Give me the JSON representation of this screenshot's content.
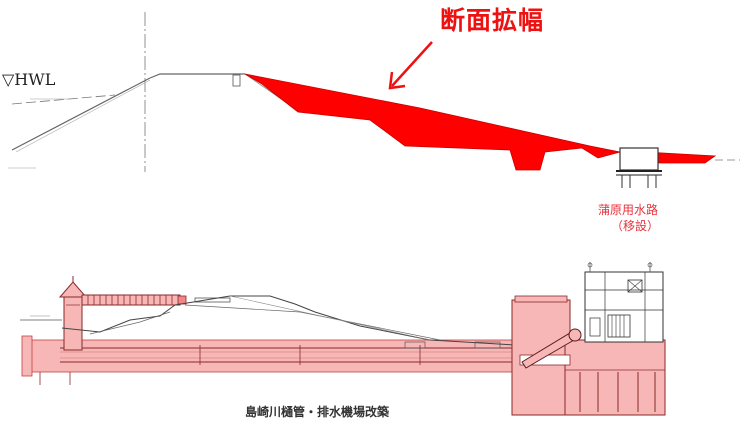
{
  "labels": {
    "hwl": "▽HWL",
    "widening": "断面拡幅",
    "canal_line1": "蒲原用水路",
    "canal_line2": "（移設）",
    "caption": "島崎川樋管・排水機場改築"
  },
  "colors": {
    "widening_fill": "#ff0000",
    "structure_fill": "#f8b7b7",
    "structure_line": "#c04040",
    "linework": "#555555",
    "label_red": "#ee1111"
  }
}
